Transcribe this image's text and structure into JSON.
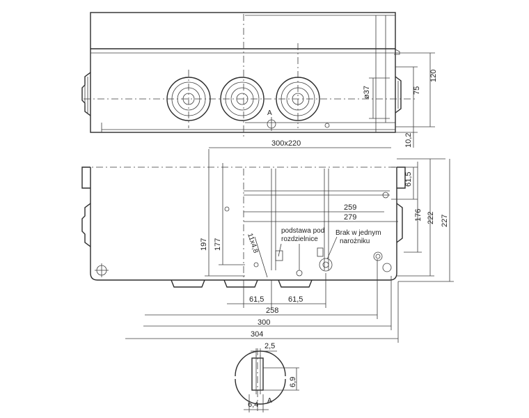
{
  "dimensions": {
    "d_300x220": "300x220",
    "d_120": "120",
    "d_75": "75",
    "d_37": "ø37",
    "d_10_2": "10,2",
    "d_61_5_right": "61,5",
    "d_176": "176",
    "d_222": "222",
    "d_227": "227",
    "d_259": "259",
    "d_279": "279",
    "d_197": "197",
    "d_177": "177",
    "d_hole": "11x4,8",
    "d_61_5_a": "61,5",
    "d_61_5_b": "61,5",
    "d_258": "258",
    "d_300": "300",
    "d_304": "304",
    "d_2_5": "2,5",
    "d_6_9": "6,9",
    "d_6_4": "6,4"
  },
  "labels": {
    "section_a_top": "A",
    "section_a_bottom": "A",
    "note_base_1": "podstawa pod",
    "note_base_2": "rozdzielnice",
    "note_missing_1": "Brak w jednym",
    "note_missing_2": "narożniku"
  }
}
